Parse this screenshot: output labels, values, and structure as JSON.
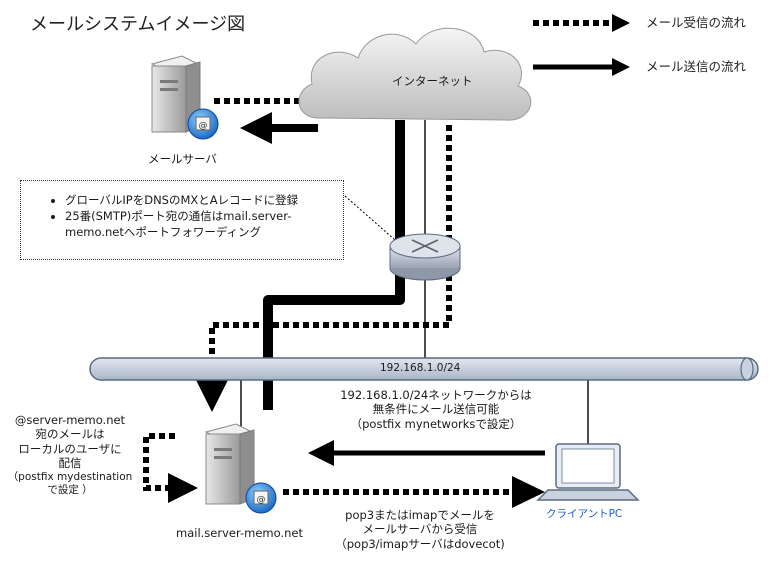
{
  "title": "メールシステムイメージ図",
  "legend": [
    {
      "label": "メール受信の流れ",
      "style": "dotted"
    },
    {
      "label": "メール送信の流れ",
      "style": "solid"
    }
  ],
  "cloud_label": "インターネット",
  "mail_server_label": "メールサーバ",
  "note_items": [
    "グローバルIPをDNSのMXとAレコードに登録",
    "25番(SMTP)ポート宛の通信はmail.server-memo.netへポートフォワーディング"
  ],
  "lan_label": "192.168.1.0/24",
  "lan_note": [
    "192.168.1.0/24ネットワークからは",
    "無条件にメール送信可能",
    "（postfix mynetworksで設定）"
  ],
  "local_note": [
    "@server-memo.net",
    "宛のメールは",
    "ローカルのユーザに",
    "配信",
    "（postfix mydestination",
    "で設定 ）"
  ],
  "internal_server_label": "mail.server-memo.net",
  "client_label": "クライアントPC",
  "pop_note": [
    "pop3またはimapでメールを",
    "メールサーバから受信",
    "（pop3/imapサーバはdovecot)"
  ],
  "colors": {
    "line": "#000000",
    "cloud_top": "#f2f2f2",
    "cloud_bottom": "#bdbdbd",
    "lan_fill": "#c5cfdd",
    "client_label": "#1f5fbf"
  }
}
